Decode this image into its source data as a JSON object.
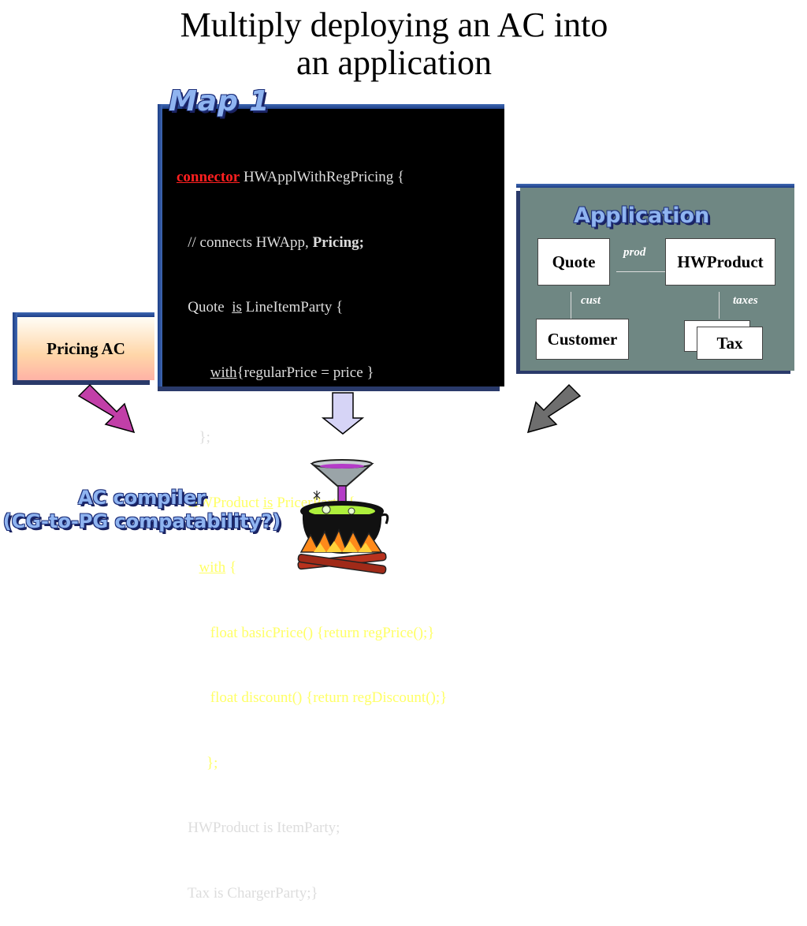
{
  "title": {
    "line1": "Multiply deploying an AC into",
    "line2": "an application"
  },
  "map_label": "Map 1",
  "code": {
    "l1_keyword": "connector",
    "l1_rest": " HWApplWithRegPricing {",
    "l2_a": "   // connects HWApp, ",
    "l2_b": "Pricing;",
    "l3_a": "   Quote  ",
    "l3_is": "is",
    "l3_b": " LineItemParty {",
    "l4_a": "         ",
    "l4_with": "with",
    "l4_b": "{regularPrice = price }",
    "l5": "      };",
    "l6_a": "   HWProduct ",
    "l6_is": "is",
    "l6_b": " PricerParty {",
    "l7_a": "      ",
    "l7_with": "with",
    "l7_b": " {",
    "l8": "         float basicPrice() {return regPrice();}",
    "l9": "         float discount() {return regDiscount();}",
    "l10": "        };",
    "l11": "   HWProduct is ItemParty;",
    "l12": "   Tax is ChargerParty;}"
  },
  "application": {
    "label": "Application",
    "quote": "Quote",
    "hwproduct": "HWProduct",
    "customer": "Customer",
    "tax": "Tax",
    "prod": "prod",
    "cust": "cust",
    "taxes": "taxes"
  },
  "pricing_ac": "Pricing AC",
  "compiler": {
    "line1": "AC compiler",
    "line2": "(CG-to-PG compatability?)"
  },
  "colors": {
    "left_arrow": "#c23fa8",
    "center_arrow": "#d6d4f6",
    "right_arrow": "#6e6e6e",
    "code_bg": "#000000",
    "code_highlight": "#ffff66",
    "keyword_red": "#ff2020",
    "app_panel": "#6f8783"
  }
}
